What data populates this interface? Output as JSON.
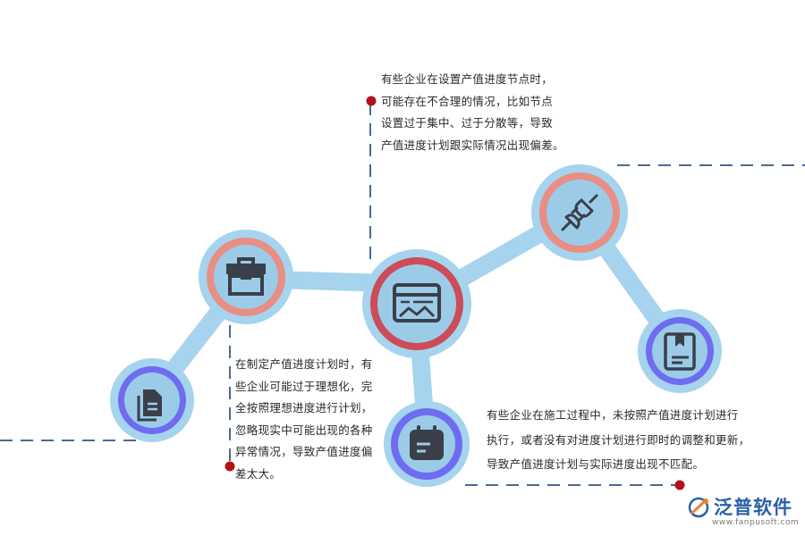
{
  "colors": {
    "connector": "#a6d3ee",
    "ring_outer": "#a6d3ee",
    "ring_salmon": "#e88e84",
    "ring_red": "#cc4c58",
    "ring_purple": "#6e6cf0",
    "inner_fill": "#9ccbe8",
    "icon": "#3a3f4a",
    "dash": "#4a6a92",
    "dot": "#b31218",
    "logo_text": "#2a5fa8"
  },
  "nodes": [
    {
      "id": "node-documents",
      "icon": "documents-icon",
      "ring": "purple"
    },
    {
      "id": "node-toolbox",
      "icon": "toolbox-icon",
      "ring": "salmon"
    },
    {
      "id": "node-image-board",
      "icon": "image-board-icon",
      "ring": "red"
    },
    {
      "id": "node-calendar",
      "icon": "calendar-icon",
      "ring": "purple"
    },
    {
      "id": "node-plug",
      "icon": "plug-icon",
      "ring": "salmon"
    },
    {
      "id": "node-book",
      "icon": "book-icon",
      "ring": "purple"
    }
  ],
  "texts": {
    "top": [
      "有些企业在设置产值进度节点时，",
      "可能存在不合理的情况，比如节点",
      "设置过于集中、过于分散等，导致",
      "产值进度计划跟实际情况出现偏差。"
    ],
    "left": [
      "在制定产值进度计划时，有",
      "些企业可能过于理想化，完",
      "全按照理想进度进行计划，",
      "忽略现实中可能出现的各种",
      "异常情况，导致产值进度偏",
      "差太大。"
    ],
    "right": [
      "有些企业在施工过程中，未按照产值进度计划进行",
      "执行，或者没有对进度计划进行即时的调整和更新，",
      "导致产值进度计划与实际进度出现不匹配。"
    ]
  },
  "logo": {
    "name": "泛普软件",
    "url": "www.fanpusoft.com"
  }
}
